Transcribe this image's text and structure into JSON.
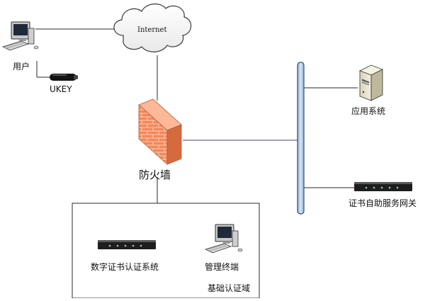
{
  "nodes": {
    "user": {
      "label": "用户"
    },
    "ukey": {
      "label": "UKEY"
    },
    "internet": {
      "label": "Internet"
    },
    "firewall": {
      "label": "防火墙"
    },
    "app_system": {
      "label": "应用系统"
    },
    "self_service_gateway": {
      "label": "证书自助服务网关"
    },
    "ca_system": {
      "label": "数字证书认证系统"
    },
    "mgmt_terminal": {
      "label": "管理终端"
    }
  },
  "zone": {
    "label": "基础认证域"
  },
  "colors": {
    "line": "#2a2a2a",
    "link_purple": "#4a3f6b",
    "bus_fill": "#b9cde4",
    "bus_stroke": "#2f4f74",
    "firewall_brick": "#f07f53",
    "device_dark": "#1e1e1e"
  }
}
